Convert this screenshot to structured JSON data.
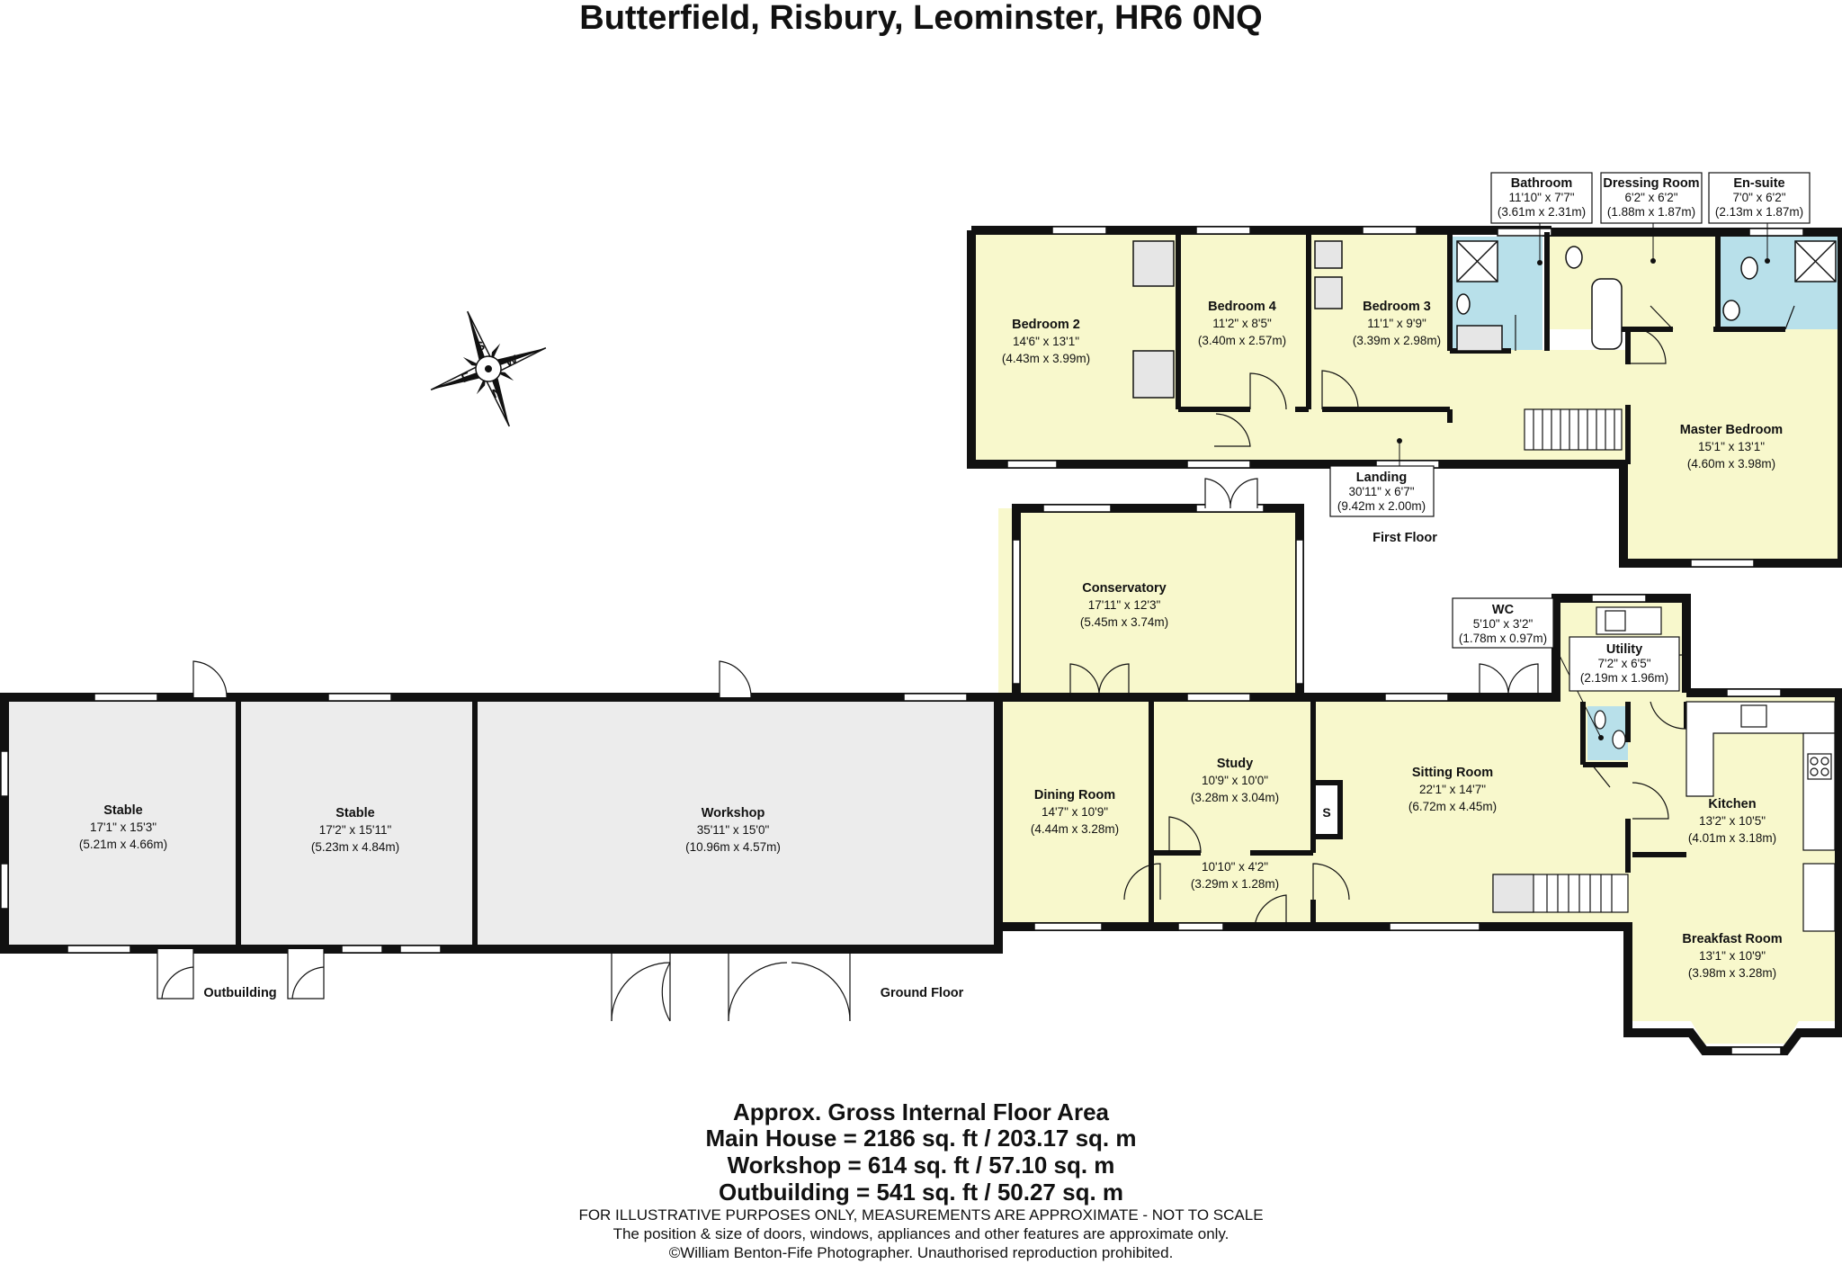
{
  "title": "Butterfield, Risbury, Leominster, HR6 0NQ",
  "compass": {
    "labels": [
      "S",
      "W",
      "N",
      "E"
    ]
  },
  "first_floor": {
    "label": "First Floor",
    "rooms": {
      "bedroom2": {
        "name": "Bedroom 2",
        "dim_imperial": "14'6\" x 13'1\"",
        "dim_metric": "(4.43m x 3.99m)"
      },
      "bedroom4": {
        "name": "Bedroom 4",
        "dim_imperial": "11'2\" x 8'5\"",
        "dim_metric": "(3.40m x 2.57m)"
      },
      "bedroom3": {
        "name": "Bedroom 3",
        "dim_imperial": "11'1\" x 9'9\"",
        "dim_metric": "(3.39m x 2.98m)"
      },
      "bathroom": {
        "name": "Bathroom",
        "dim_imperial": "11'10\" x 7'7\"",
        "dim_metric": "(3.61m x 2.31m)"
      },
      "dressing": {
        "name": "Dressing Room",
        "dim_imperial": "6'2\" x 6'2\"",
        "dim_metric": "(1.88m x 1.87m)"
      },
      "ensuite": {
        "name": "En-suite",
        "dim_imperial": "7'0\" x 6'2\"",
        "dim_metric": "(2.13m x 1.87m)"
      },
      "master": {
        "name": "Master Bedroom",
        "dim_imperial": "15'1\" x 13'1\"",
        "dim_metric": "(4.60m x 3.98m)"
      },
      "landing": {
        "name": "Landing",
        "dim_imperial": "30'11\" x 6'7\"",
        "dim_metric": "(9.42m x 2.00m)"
      }
    }
  },
  "ground_floor": {
    "label": "Ground Floor",
    "outbuilding_label": "Outbuilding",
    "rooms": {
      "stable1": {
        "name": "Stable",
        "dim_imperial": "17'1\" x 15'3\"",
        "dim_metric": "(5.21m x 4.66m)"
      },
      "stable2": {
        "name": "Stable",
        "dim_imperial": "17'2\" x 15'11\"",
        "dim_metric": "(5.23m x 4.84m)"
      },
      "workshop": {
        "name": "Workshop",
        "dim_imperial": "35'11\" x 15'0\"",
        "dim_metric": "(10.96m x 4.57m)"
      },
      "conservatory": {
        "name": "Conservatory",
        "dim_imperial": "17'11\" x 12'3\"",
        "dim_metric": "(5.45m x 3.74m)"
      },
      "dining": {
        "name": "Dining Room",
        "dim_imperial": "14'7\" x 10'9\"",
        "dim_metric": "(4.44m x 3.28m)"
      },
      "study": {
        "name": "Study",
        "dim_imperial": "10'9\" x 10'0\"",
        "dim_metric": "(3.28m x 3.04m)"
      },
      "hall": {
        "dim_imperial": "10'10\" x 4'2\"",
        "dim_metric": "(3.29m x 1.28m)"
      },
      "sitting": {
        "name": "Sitting Room",
        "dim_imperial": "22'1\" x 14'7\"",
        "dim_metric": "(6.72m x 4.45m)"
      },
      "wc": {
        "name": "WC",
        "dim_imperial": "5'10\" x 3'2\"",
        "dim_metric": "(1.78m x 0.97m)"
      },
      "utility": {
        "name": "Utility",
        "dim_imperial": "7'2\" x 6'5\"",
        "dim_metric": "(2.19m x 1.96m)"
      },
      "kitchen": {
        "name": "Kitchen",
        "dim_imperial": "13'2\" x 10'5\"",
        "dim_metric": "(4.01m x 3.18m)"
      },
      "breakfast": {
        "name": "Breakfast Room",
        "dim_imperial": "13'1\" x 10'9\"",
        "dim_metric": "(3.98m x 3.28m)"
      }
    },
    "stove_label": "S"
  },
  "footer": {
    "area_title": "Approx. Gross Internal Floor Area",
    "main_house": "Main House = 2186 sq. ft / 203.17 sq. m",
    "workshop": "Workshop = 614 sq. ft / 57.10 sq. m",
    "outbuilding": "Outbuilding = 541 sq. ft / 50.27 sq. m",
    "disclaimer1": "FOR ILLUSTRATIVE PURPOSES ONLY, MEASUREMENTS ARE APPROXIMATE - NOT TO SCALE",
    "disclaimer2": "The position & size of doors, windows, appliances and other features are approximate only.",
    "copyright": "©William Benton-Fife Photographer. Unauthorised reproduction prohibited."
  },
  "colors": {
    "wall": "#111111",
    "room_fill": "#f8f8cc",
    "outbuilding_fill": "#ececec",
    "wet_room_fill": "#b8e0ea"
  }
}
